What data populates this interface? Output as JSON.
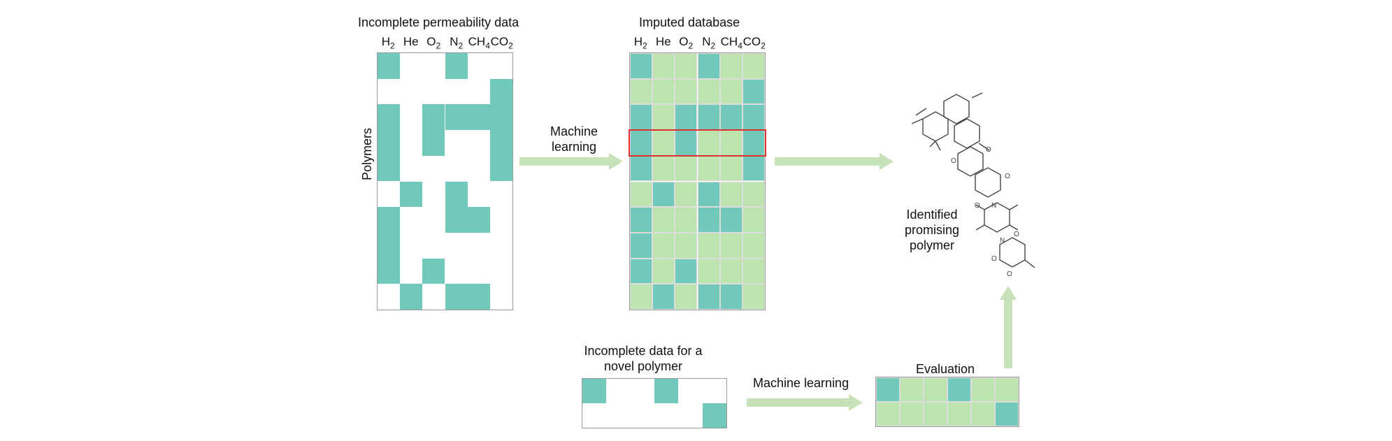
{
  "colors": {
    "known": "#70c9ba",
    "imputed": "#bde3ae",
    "empty": "#ffffff",
    "grid_line": "#dcdcdc",
    "arrow": "#c7e2b9",
    "highlight": "#e03030"
  },
  "gases": [
    {
      "base": "H",
      "sub": "2"
    },
    {
      "base": "He",
      "sub": ""
    },
    {
      "base": "O",
      "sub": "2"
    },
    {
      "base": "N",
      "sub": "2"
    },
    {
      "base": "CH",
      "sub": "4"
    },
    {
      "base": "CO",
      "sub": "2"
    }
  ],
  "incomplete": {
    "title": "Incomplete permeability data",
    "axis_label": "Polymers",
    "grid": [
      [
        1,
        0,
        0,
        1,
        0,
        0
      ],
      [
        0,
        0,
        0,
        0,
        0,
        1
      ],
      [
        1,
        0,
        1,
        1,
        1,
        1
      ],
      [
        1,
        0,
        1,
        0,
        0,
        1
      ],
      [
        1,
        0,
        0,
        0,
        0,
        1
      ],
      [
        0,
        1,
        0,
        1,
        0,
        0
      ],
      [
        1,
        0,
        0,
        1,
        1,
        0
      ],
      [
        1,
        0,
        0,
        0,
        0,
        0
      ],
      [
        1,
        0,
        1,
        0,
        0,
        0
      ],
      [
        0,
        1,
        0,
        1,
        1,
        0
      ]
    ]
  },
  "imputed": {
    "title": "Imputed database",
    "grid": [
      [
        1,
        0,
        0,
        1,
        0,
        0
      ],
      [
        0,
        0,
        0,
        0,
        0,
        1
      ],
      [
        1,
        0,
        1,
        1,
        1,
        1
      ],
      [
        1,
        0,
        1,
        0,
        0,
        1
      ],
      [
        1,
        0,
        0,
        0,
        0,
        1
      ],
      [
        0,
        1,
        0,
        1,
        0,
        0
      ],
      [
        1,
        0,
        0,
        1,
        1,
        0
      ],
      [
        1,
        0,
        0,
        0,
        0,
        0
      ],
      [
        1,
        0,
        1,
        0,
        0,
        0
      ],
      [
        0,
        1,
        0,
        1,
        1,
        0
      ]
    ],
    "highlight_row": 3
  },
  "arrows": {
    "ml_top_line1": "Machine",
    "ml_top_line2": "learning",
    "ml_bottom": "Machine learning"
  },
  "identified": {
    "line1": "Identified",
    "line2": "promising",
    "line3": "polymer"
  },
  "novel": {
    "title_line1": "Incomplete data for a",
    "title_line2": "novel polymer",
    "grid": [
      [
        1,
        0,
        0,
        1,
        0,
        0
      ],
      [
        0,
        0,
        0,
        0,
        0,
        1
      ]
    ]
  },
  "evaluation": {
    "title": "Evaluation",
    "grid": [
      [
        1,
        0,
        0,
        1,
        0,
        0
      ],
      [
        0,
        0,
        0,
        0,
        0,
        1
      ]
    ]
  }
}
